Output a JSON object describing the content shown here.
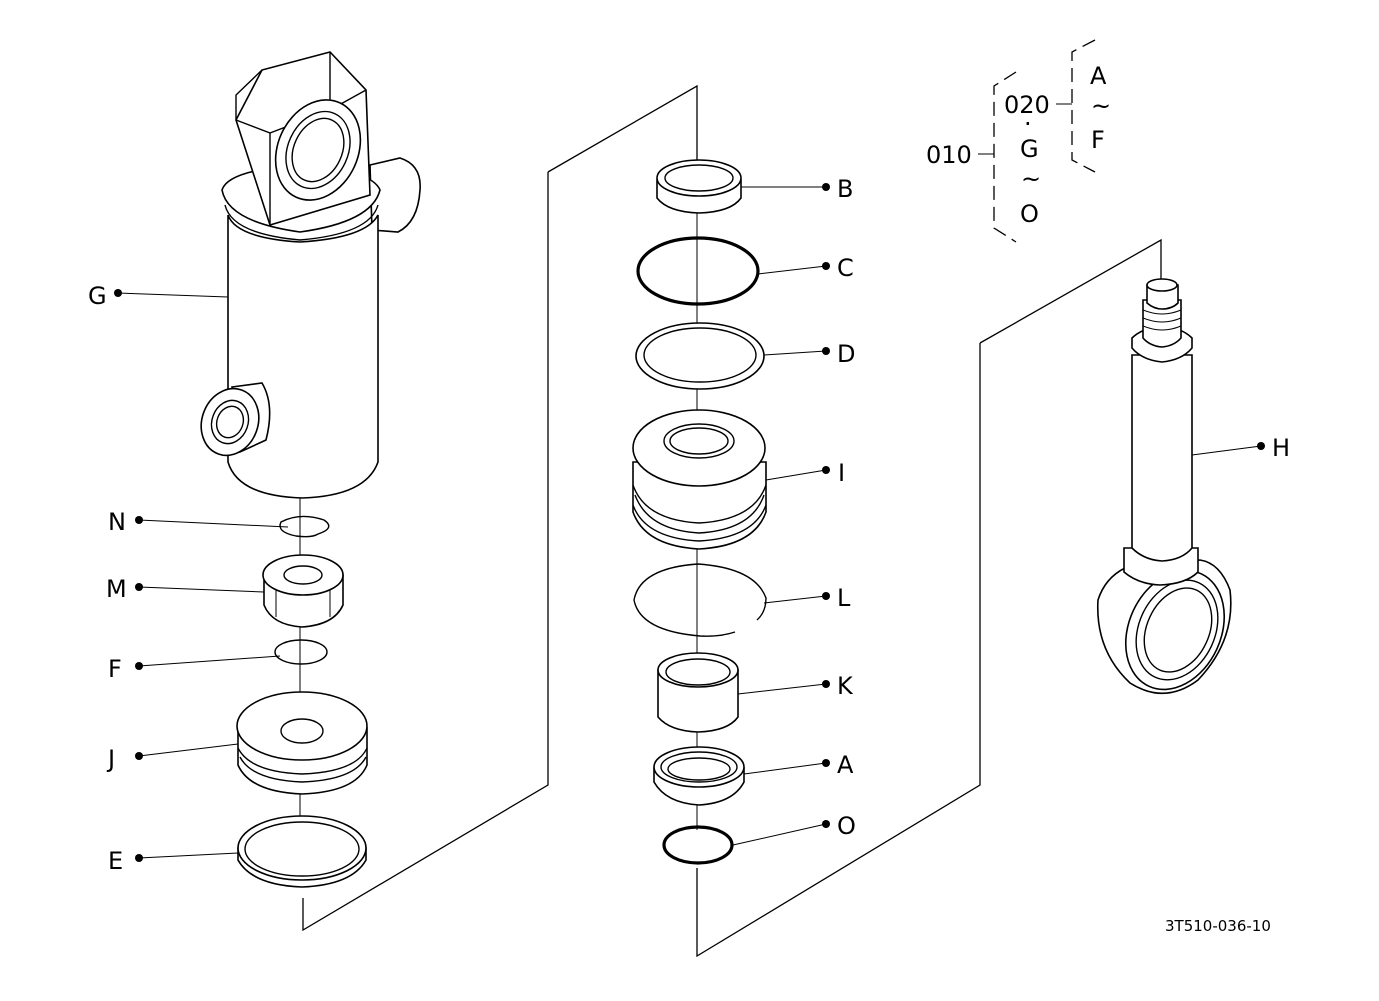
{
  "parts": {
    "A": "A",
    "B": "B",
    "C": "C",
    "D": "D",
    "E": "E",
    "F": "F",
    "G": "G",
    "H": "H",
    "I": "I",
    "J": "J",
    "K": "K",
    "L": "L",
    "M": "M",
    "N": "N",
    "O": "O"
  },
  "legend": {
    "assembly": "010",
    "sub_assembly": "020",
    "sub_range_from": "A",
    "sub_range_to": "F",
    "range_from": "G",
    "range_to": "O",
    "separator": "·",
    "tilde": "~"
  },
  "drawing_code": "3T510-036-10"
}
